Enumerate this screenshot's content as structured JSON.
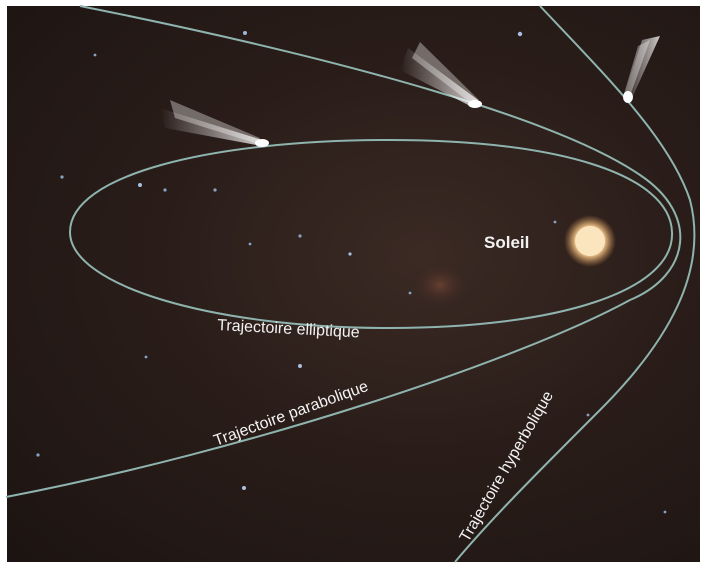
{
  "diagram": {
    "sun_label": "Soleil",
    "orbits": [
      {
        "label": "Trajectoire elliptique"
      },
      {
        "label": "Trajectoire parabolique"
      },
      {
        "label": "Trajectoire hyperbolique"
      }
    ]
  }
}
